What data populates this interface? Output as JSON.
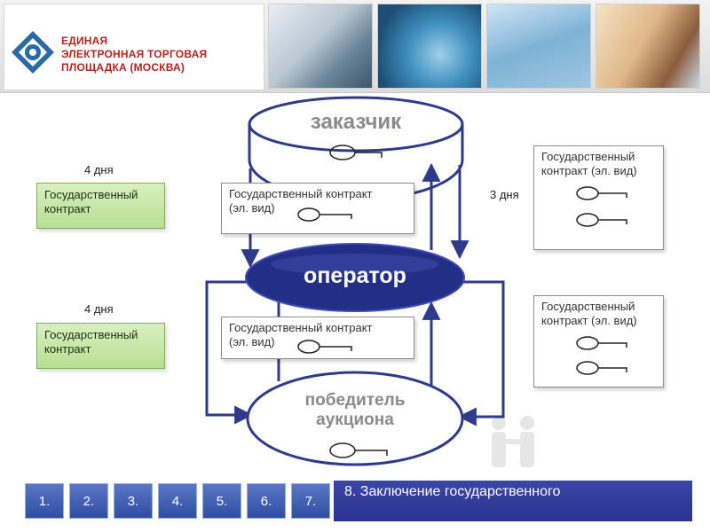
{
  "header": {
    "logo_line1": "ЕДИНАЯ",
    "logo_line2": "ЭЛЕКТРОННАЯ ТОРГОВАЯ",
    "logo_line3": "ПЛОЩАДКА (МОСКВА)"
  },
  "nodes": {
    "customer": "заказчик",
    "operator": "оператор",
    "winner_line1": "победитель",
    "winner_line2": "аукциона"
  },
  "labels": {
    "days_top": "4 дня",
    "days_bottom": "4 дня",
    "days_right": "3 дня"
  },
  "documents": {
    "paper_contract_line1": "Государственный",
    "paper_contract_line2": "контракт",
    "e_contract_wide_line1": "Государственный контракт",
    "e_contract_wide_line2": "(эл. вид)",
    "e_contract_narrow_line1": "Государственный",
    "e_contract_narrow_line2": "контракт (эл. вид)"
  },
  "nav": {
    "items": [
      "1.",
      "2.",
      "3.",
      "4.",
      "5.",
      "6.",
      "7."
    ],
    "current_title": "8. Заключение государственного"
  },
  "colors": {
    "flow_arrows": "#2e3a8c",
    "operator_fill": "#232f86",
    "nav_buttons": "#3d5cb3",
    "title_bar": "#2f3a98",
    "green_doc": "#c4e6a3"
  }
}
